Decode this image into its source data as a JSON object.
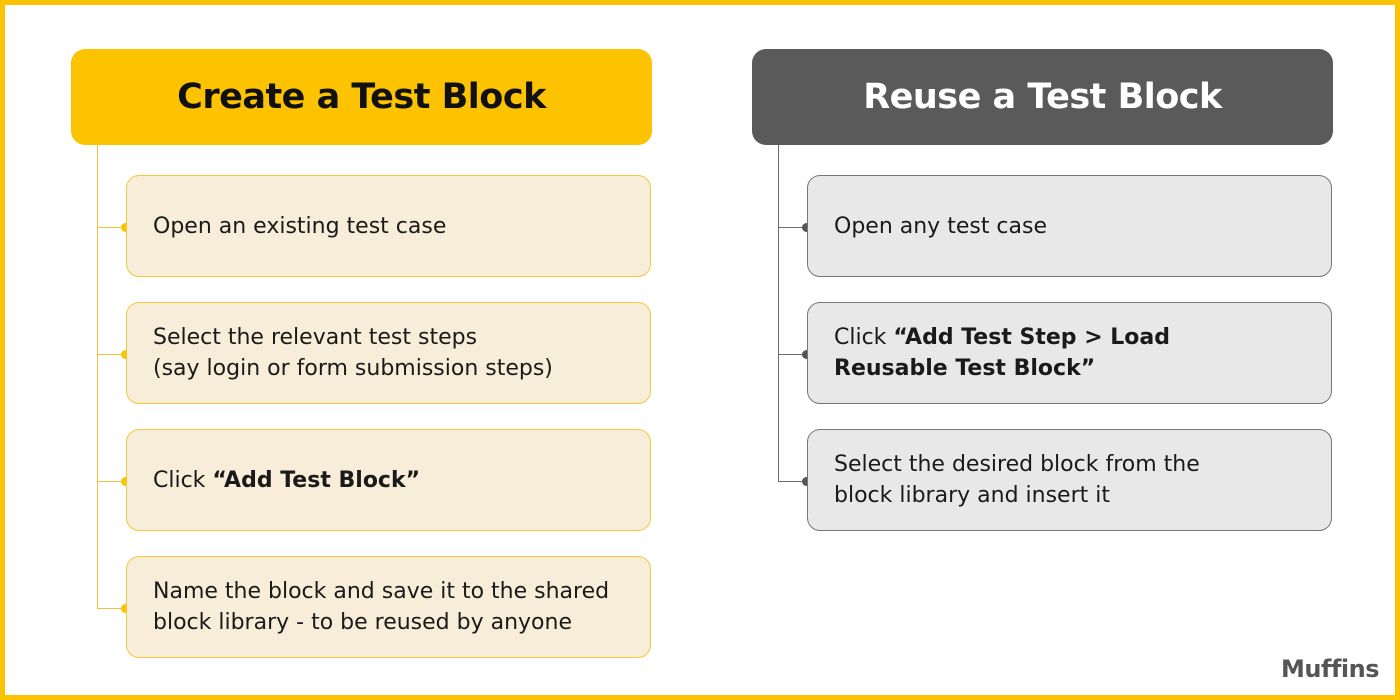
{
  "left": {
    "title": "Create a Test Block",
    "steps": [
      {
        "line1": "Open an existing test case",
        "line2": ""
      },
      {
        "line1": "Select the relevant test steps",
        "line2": "(say login or form submission steps)"
      },
      {
        "prefix": "Click ",
        "bold": "“Add Test Block”"
      },
      {
        "line1": "Name the block and save it to the shared",
        "line2": "block library - to be reused by anyone"
      }
    ]
  },
  "right": {
    "title": "Reuse a Test Block",
    "steps": [
      {
        "line1": "Open any test case",
        "line2": ""
      },
      {
        "prefix": "Click ",
        "bold1": "“Add Test Step > Load",
        "bold2": "Reusable Test Block”"
      },
      {
        "line1": "Select the desired block from the",
        "line2": "block library and insert it"
      }
    ]
  },
  "brand": {
    "logo": "Muffins"
  },
  "colors": {
    "accent": "#FDC301",
    "dark": "#5A5A5A",
    "card_left": "#F7EDD8",
    "card_right": "#E8E8E8"
  }
}
